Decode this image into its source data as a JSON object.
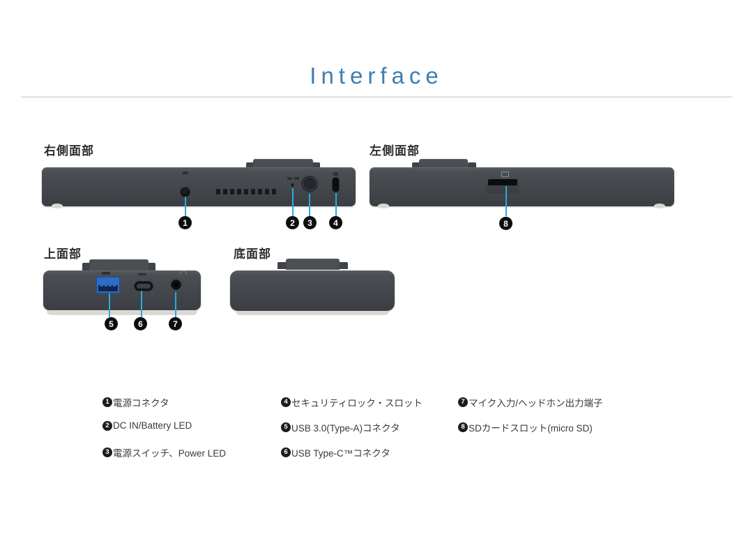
{
  "page": {
    "title": "Interface"
  },
  "colors": {
    "accent_blue": "#3e7db2",
    "callout_line_blue": "#2aa9e0",
    "badge_black": "#0d0d0d",
    "device_body_gray": "#43474c",
    "usb_port_blue": "#2c6cc9"
  },
  "sections": {
    "right_side": {
      "label": "右側面部"
    },
    "left_side": {
      "label": "左側面部"
    },
    "top_side": {
      "label": "上面部"
    },
    "bottom_side": {
      "label": "底面部"
    }
  },
  "legend": {
    "items": [
      {
        "num": "1",
        "label": "電源コネクタ"
      },
      {
        "num": "2",
        "label": "DC IN/Battery LED"
      },
      {
        "num": "3",
        "label": "電源スイッチ、Power LED"
      },
      {
        "num": "4",
        "label": "セキュリティロック・スロット"
      },
      {
        "num": "5",
        "label": "USB 3.0(Type-A)コネクタ"
      },
      {
        "num": "6",
        "label": "USB Type-C™コネクタ"
      },
      {
        "num": "7",
        "label": "マイク入力/ヘッドホン出力端子"
      },
      {
        "num": "8",
        "label": "SDカードスロット(micro SD)"
      }
    ]
  }
}
